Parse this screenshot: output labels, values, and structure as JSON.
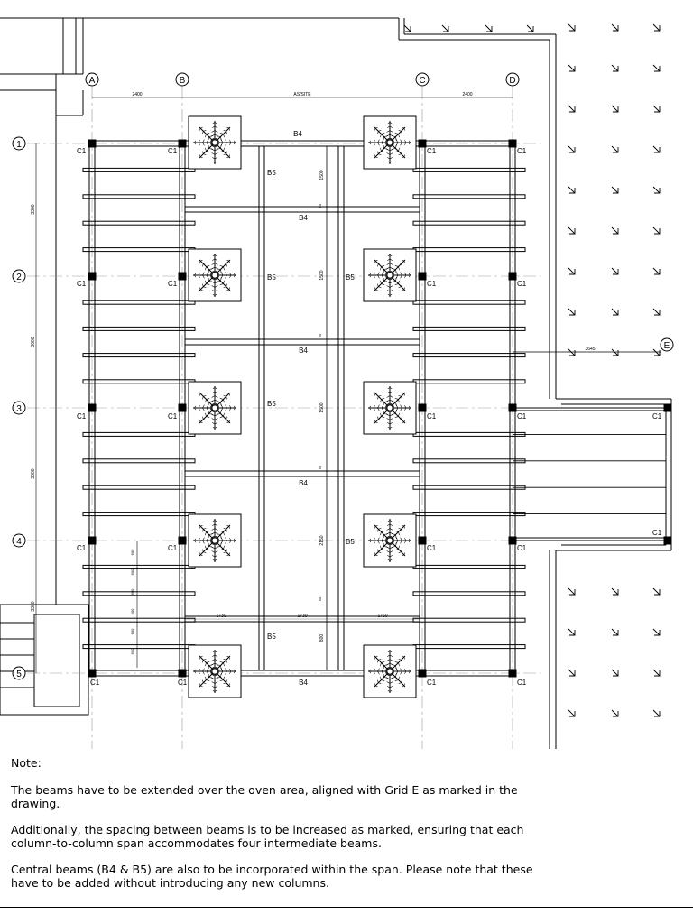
{
  "grid_labels": {
    "columns": [
      "A",
      "B",
      "C",
      "D"
    ],
    "rows": [
      "1",
      "2",
      "3",
      "4",
      "5"
    ],
    "extra": "E"
  },
  "column_label": "C1",
  "beam_labels": {
    "b4": "B4",
    "b5": "B5"
  },
  "dimensions": {
    "top": [
      "2400",
      "AS/SITE",
      "2400"
    ],
    "left_rows": [
      "3300",
      "3000",
      "3000",
      "3300"
    ],
    "center_vertical": [
      "1500",
      "1500",
      "1500",
      "2150",
      "800"
    ],
    "center_small": "50",
    "bottom_spans": [
      "1730",
      "1730",
      "1760"
    ],
    "extension": "3645",
    "left_small": [
      "600",
      "600",
      "600",
      "600",
      "600",
      "600"
    ]
  },
  "notes": {
    "title": "Note:",
    "paragraphs": [
      "The beams have to be extended over the oven area, aligned with Grid E as marked in the drawing.",
      "Additionally, the spacing between beams is to be increased as marked, ensuring that each column-to-column span accommodates four intermediate beams.",
      "Central beams (B4 & B5) are also to be incorporated within the span. Please note that these have to be added without introducing any new columns."
    ]
  },
  "colors": {
    "line": "#000000",
    "grid": "#999999",
    "background": "#ffffff"
  }
}
